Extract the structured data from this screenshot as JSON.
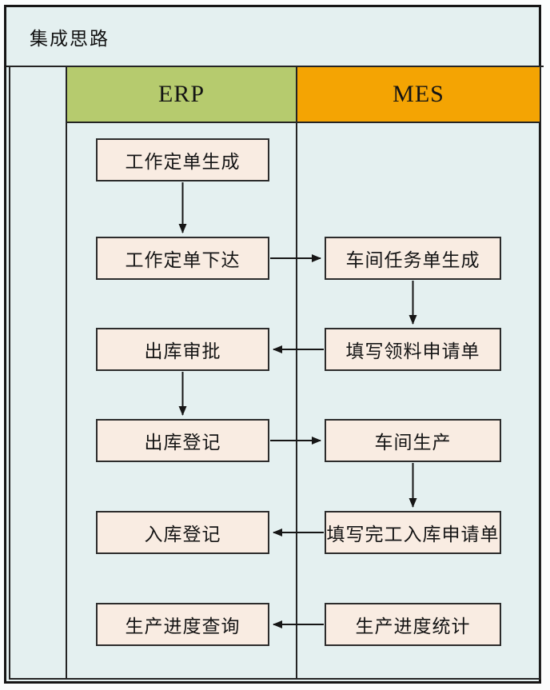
{
  "page_title": "集成思路",
  "headers": {
    "erp": "ERP",
    "mes": "MES"
  },
  "erp_nodes": [
    {
      "label": "工作定单生成"
    },
    {
      "label": "工作定单下达"
    },
    {
      "label": "出库审批"
    },
    {
      "label": "出库登记"
    },
    {
      "label": "入库登记"
    },
    {
      "label": "生产进度查询"
    }
  ],
  "mes_nodes": [
    {
      "label": "车间任务单生成"
    },
    {
      "label": "填写领料申请单"
    },
    {
      "label": "车间生产"
    },
    {
      "label": "填写完工入库申请单"
    },
    {
      "label": "生产进度统计"
    }
  ],
  "flows": [
    {
      "from": "工作定单生成",
      "to": "工作定单下达",
      "direction": "down"
    },
    {
      "from": "工作定单下达",
      "to": "车间任务单生成",
      "direction": "right"
    },
    {
      "from": "车间任务单生成",
      "to": "填写领料申请单",
      "direction": "down"
    },
    {
      "from": "填写领料申请单",
      "to": "出库审批",
      "direction": "left"
    },
    {
      "from": "出库审批",
      "to": "出库登记",
      "direction": "down"
    },
    {
      "from": "出库登记",
      "to": "车间生产",
      "direction": "right"
    },
    {
      "from": "车间生产",
      "to": "填写完工入库申请单",
      "direction": "down"
    },
    {
      "from": "填写完工入库申请单",
      "to": "入库登记",
      "direction": "left"
    },
    {
      "from": "生产进度统计",
      "to": "生产进度查询",
      "direction": "left"
    }
  ],
  "colors": {
    "background": "#e4f0f0",
    "erp_header": "#b6cb6e",
    "mes_header": "#f4a403",
    "node_fill": "#f9ece2",
    "line": "#161616"
  }
}
